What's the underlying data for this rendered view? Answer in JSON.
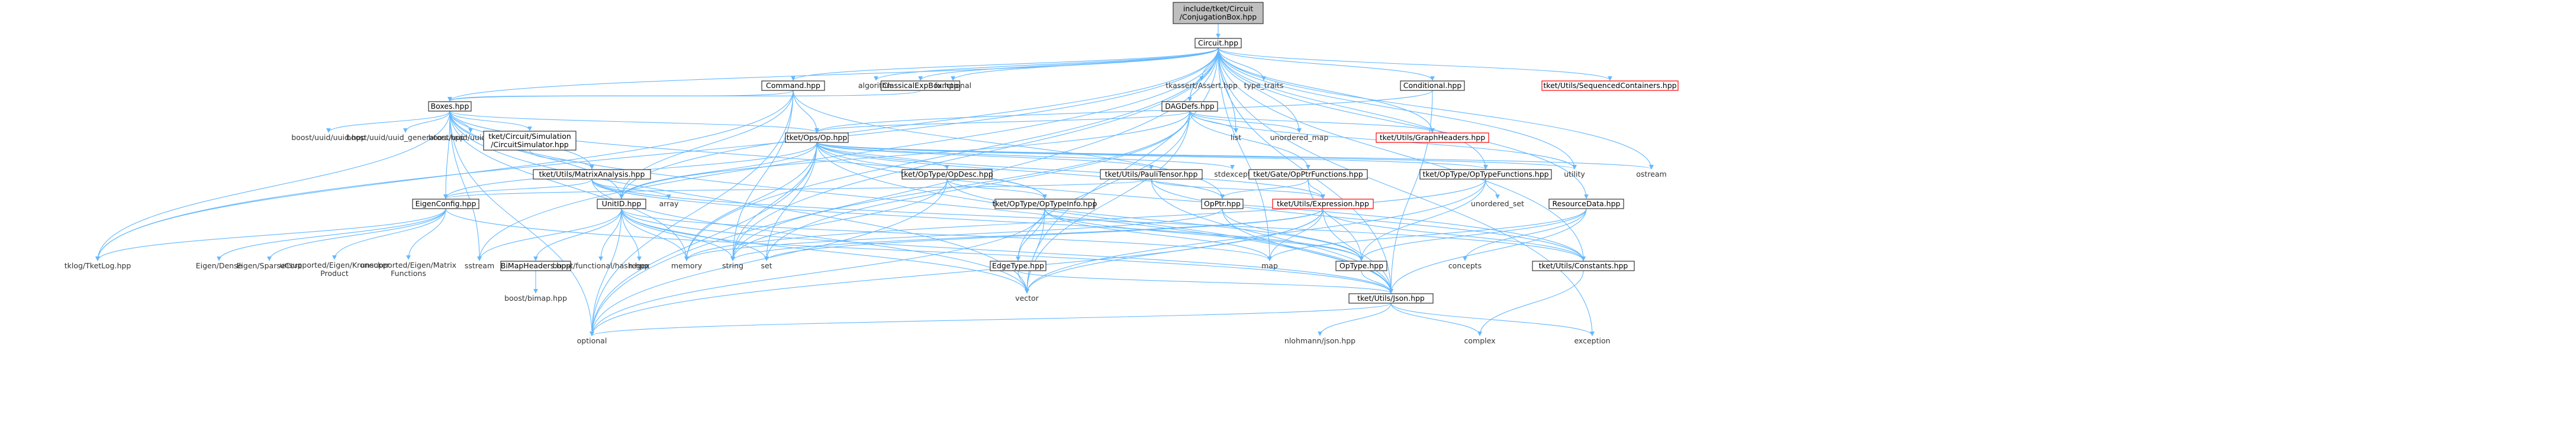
{
  "colors": {
    "edge": "#63b8ff",
    "root_fill": "#bfbfbf",
    "node_border": "#333333",
    "red_border": "#ff0000"
  },
  "nodes": {
    "root": [
      "include/tket/Circuit",
      "/ConjugationBox.hpp"
    ],
    "circuit": "Circuit.hpp",
    "classical_exp_box": "ClassicalExpBox.hpp",
    "command": "Command.hpp",
    "algorithm": "algorithm",
    "functional": "functional",
    "tkassert": "tkassert/Assert.hpp",
    "type_traits": "type_traits",
    "dag_defs": "DAGDefs.hpp",
    "conditional": "Conditional.hpp",
    "sequenced_containers": "tket/Utils/SequencedContainers.hpp",
    "boxes": "Boxes.hpp",
    "uuid": "boost/uuid/uuid.hpp",
    "uuid_generators": "boost/uuid/uuid_generators.hpp",
    "uuid_io": "boost/uuid/uuid_io.hpp",
    "circuit_simulator": [
      "tket/Circuit/Simulation",
      "/CircuitSimulator.hpp"
    ],
    "op": "tket/Ops/Op.hpp",
    "list": "list",
    "unordered_map": "unordered_map",
    "graph_headers": "tket/Utils/GraphHeaders.hpp",
    "utility": "utility",
    "ostream": "ostream",
    "matrix_analysis": "tket/Utils/MatrixAnalysis.hpp",
    "op_desc": "tket/OpType/OpDesc.hpp",
    "pauli_tensor": "tket/Utils/PauliTensor.hpp",
    "stdexcept": "stdexcept",
    "op_ptr_functions": "tket/Gate/OpPtrFunctions.hpp",
    "op_type_functions": "tket/OpType/OpTypeFunctions.hpp",
    "eigen_config": "EigenConfig.hpp",
    "unit_id": "UnitID.hpp",
    "array": "array",
    "op_type_info": "tket/OpType/OpTypeInfo.hpp",
    "op_ptr": "OpPtr.hpp",
    "expression": "tket/Utils/Expression.hpp",
    "unordered_set": "unordered_set",
    "resource_data": "ResourceData.hpp",
    "tklog": "tklog/TketLog.hpp",
    "eigen_dense": "Eigen/Dense",
    "eigen_sparse": "Eigen/SparseCore",
    "kronecker": [
      "unsupported/Eigen/Kronecker",
      "Product"
    ],
    "matrix_functions": [
      "unsupported/Eigen/Matrix",
      "Functions"
    ],
    "sstream": "sstream",
    "bimap_headers": "BiMapHeaders.hpp",
    "functional_hash": "boost/functional/hash.hpp",
    "regex": "regex",
    "memory": "memory",
    "string": "string",
    "set": "set",
    "edge_type": "EdgeType.hpp",
    "map": "map",
    "op_type": "OpType.hpp",
    "concepts": "concepts",
    "constants": "tket/Utils/Constants.hpp",
    "bimap": "boost/bimap.hpp",
    "vector": "vector",
    "json": "tket/Utils/Json.hpp",
    "optional": "optional",
    "nlohmann": "nlohmann/json.hpp",
    "complex": "complex",
    "exception": "exception"
  }
}
